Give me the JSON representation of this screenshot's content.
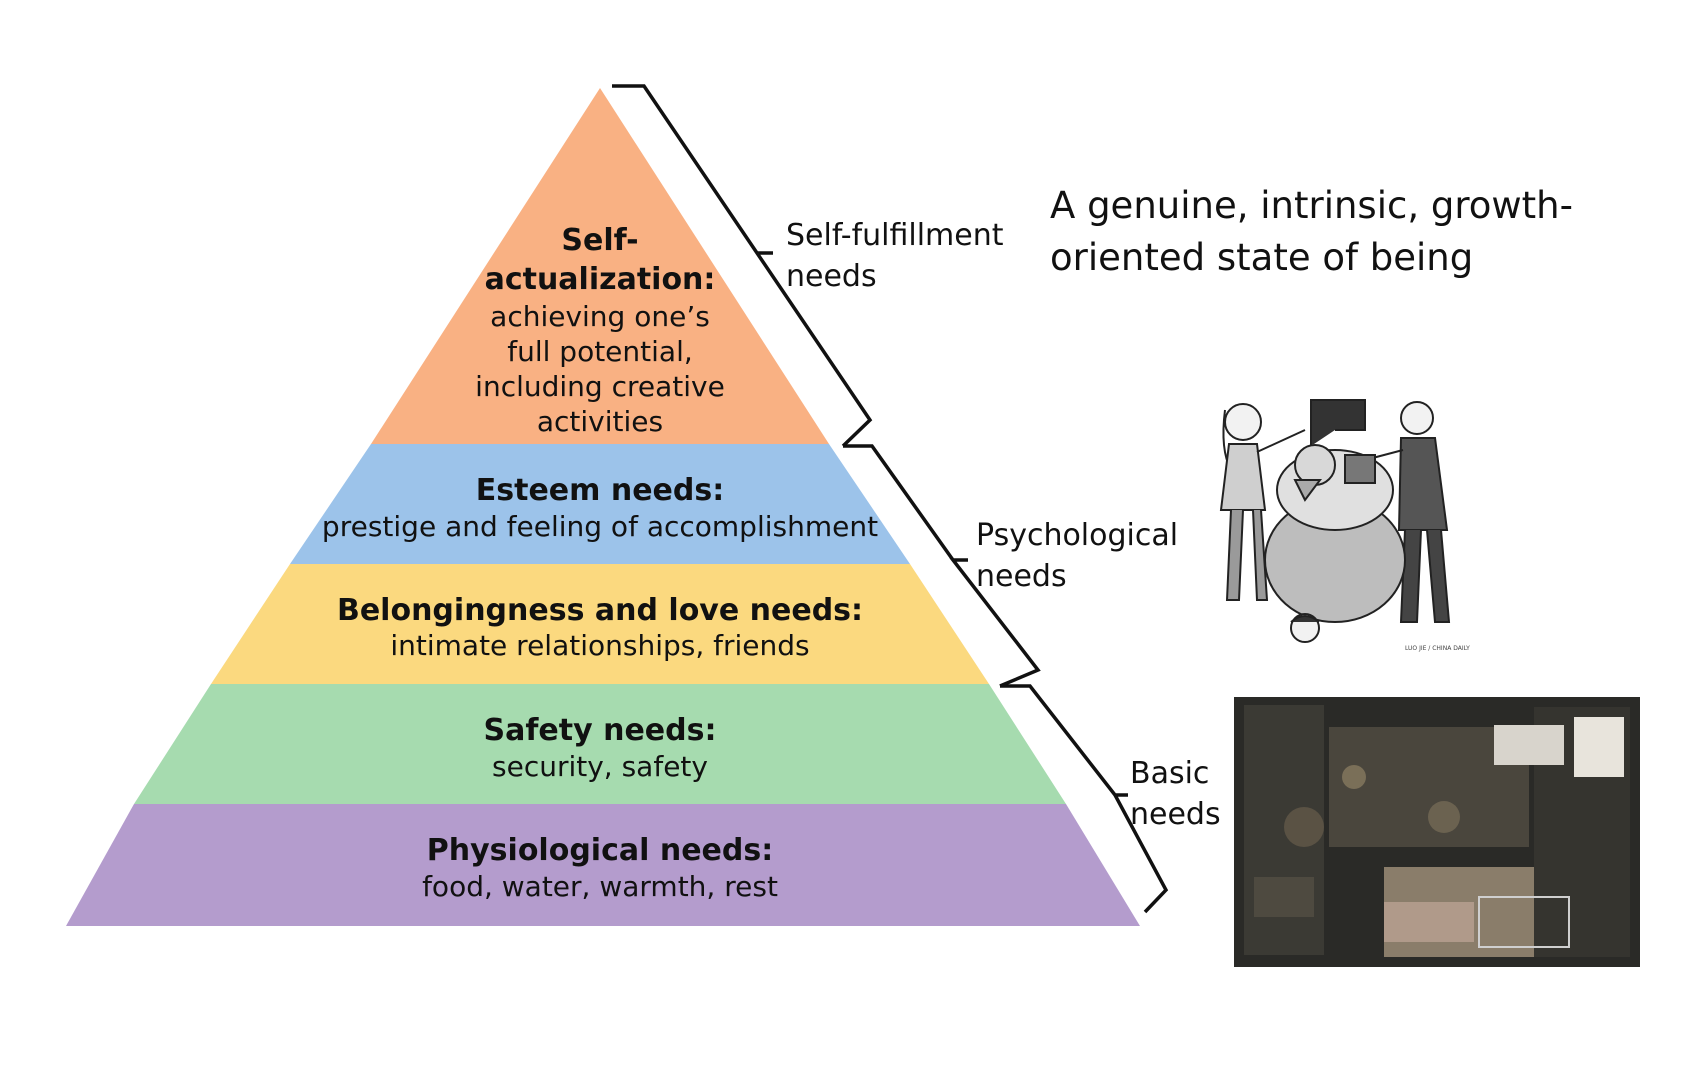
{
  "pyramid": {
    "tiers": [
      {
        "id": "self-actualization",
        "color": "#f9b183",
        "title_lines": [
          "Self-",
          "actualization:"
        ],
        "desc_lines": [
          "achieving one’s",
          "full potential,",
          "including creative",
          "activities"
        ]
      },
      {
        "id": "esteem",
        "color": "#9cc3ea",
        "title_lines": [
          "Esteem needs:"
        ],
        "desc_lines": [
          "prestige and feeling of accomplishment"
        ]
      },
      {
        "id": "belonging",
        "color": "#fbd97f",
        "title_lines": [
          "Belongingness and love needs:"
        ],
        "desc_lines": [
          "intimate relationships, friends"
        ]
      },
      {
        "id": "safety",
        "color": "#a6dbaf",
        "title_lines": [
          "Safety needs:"
        ],
        "desc_lines": [
          "security, safety"
        ]
      },
      {
        "id": "physiological",
        "color": "#b49ccd",
        "title_lines": [
          "Physiological needs:"
        ],
        "desc_lines": [
          "food, water, warmth, rest"
        ]
      }
    ]
  },
  "brackets": [
    {
      "id": "self-fulfillment",
      "label_lines": [
        "Self-fulfillment",
        "needs"
      ]
    },
    {
      "id": "psychological",
      "label_lines": [
        "Psychological",
        "needs"
      ]
    },
    {
      "id": "basic",
      "label_lines": [
        "Basic",
        "needs"
      ]
    }
  ],
  "side_note": "A genuine, intrinsic, growth-oriented state of being",
  "illustrations": {
    "cartoon": {
      "icon": "cartoon-couple-overloaded-bag-illustration",
      "credit": "LUO JIE / CHINA DAILY"
    },
    "photo": {
      "icon": "cramped-room-overhead-photo"
    }
  }
}
